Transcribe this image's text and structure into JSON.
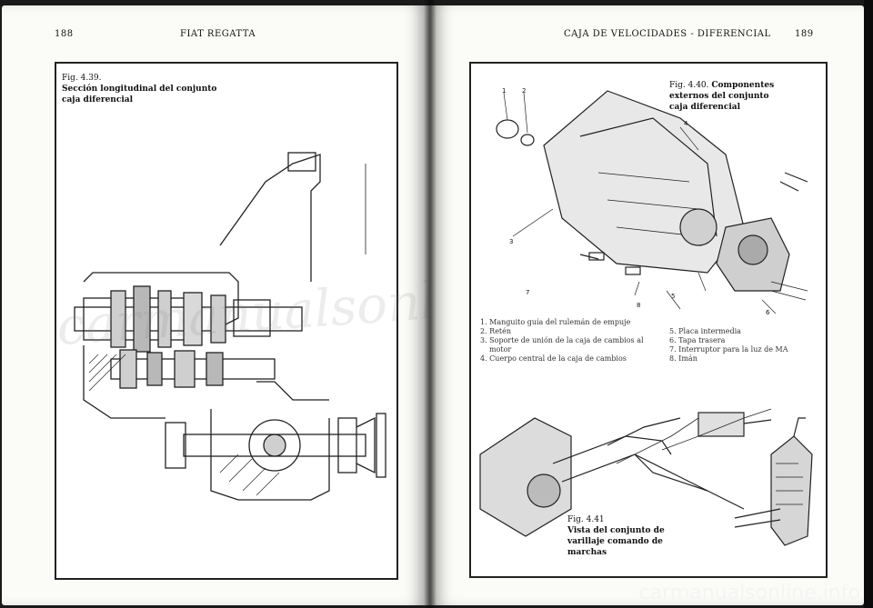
{
  "left_page": {
    "number": "188",
    "running_head": "FIAT REGATTA",
    "figure": {
      "label": "Fig. 4.39.",
      "title_line1": "Sección longitudinal del conjunto",
      "title_line2": "caja diferencial"
    }
  },
  "right_page": {
    "number": "189",
    "running_head": "CAJA DE VELOCIDADES - DIFERENCIAL",
    "figure_top": {
      "label": "Fig. 4.40.",
      "title_first": "Componentes",
      "title_line2": "externos del conjunto",
      "title_line3": "caja diferencial",
      "callouts": [
        "1",
        "2",
        "3",
        "4",
        "5",
        "6",
        "7",
        "8"
      ],
      "legend_left": [
        "1. Manguito guía del rulemán de empuje",
        "2. Retén",
        "3. Soporte de unión de la caja de cambios al",
        "motor",
        "4. Cuerpo central de la caja de cambios"
      ],
      "legend_right": [
        "5. Placa intermedia",
        "6. Tapa trasera",
        "7. Interruptor para la luz de MA",
        "8. Imán"
      ]
    },
    "figure_bottom": {
      "label": "Fig. 4.41",
      "title_line1": "Vista del conjunto de",
      "title_line2": "varillaje comando de",
      "title_line3": "marchas"
    }
  },
  "watermark_text": "carmanualsonline.info",
  "site_label": "carmanualsonline.info"
}
